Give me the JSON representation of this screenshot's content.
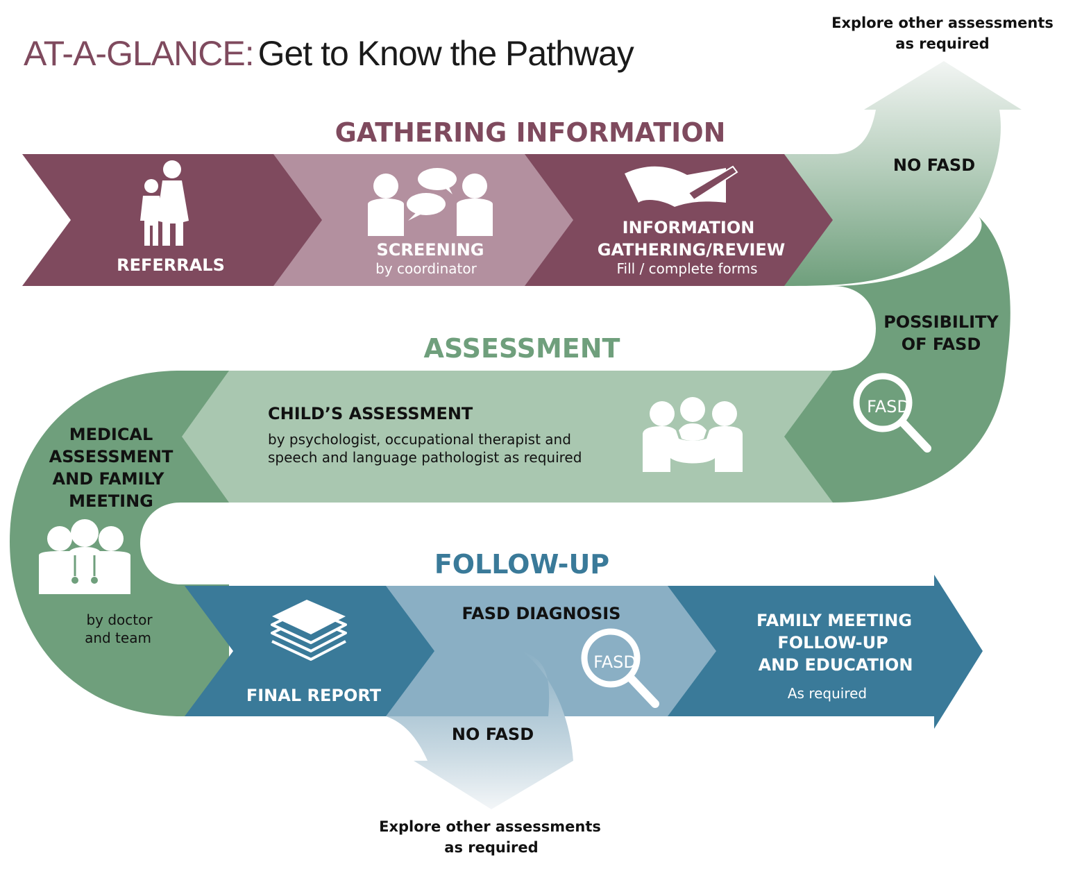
{
  "title": {
    "prefix": "AT-A-GLANCE:",
    "main": "Get to Know the Pathway"
  },
  "colors": {
    "plum": "#7f4a5e",
    "mauve": "#b3909f",
    "green": "#6f9f7c",
    "light_green": "#a9c7b0",
    "teal": "#3a7a99",
    "light_blue": "#8aafc4",
    "title_gray": "#1a1a1a"
  },
  "sections": {
    "gathering": "GATHERING INFORMATION",
    "assessment": "ASSESSMENT",
    "followup": "FOLLOW-UP"
  },
  "gathering": {
    "referrals": "REFERRALS",
    "screening": "SCREENING",
    "screening_sub": "by coordinator",
    "info_line1": "INFORMATION",
    "info_line2": "GATHERING/REVIEW",
    "info_sub": "Fill / complete forms"
  },
  "branch_top": {
    "no_fasd": "NO FASD",
    "explore_line1": "Explore other assessments",
    "explore_line2": "as required"
  },
  "possibility": {
    "line1": "POSSIBILITY",
    "line2": "OF FASD",
    "badge": "FASD"
  },
  "assessment": {
    "child_title": "CHILD’S ASSESSMENT",
    "child_sub1": "by psychologist, occupational therapist and",
    "child_sub2": "speech and language pathologist as required"
  },
  "medical": {
    "line1": "MEDICAL",
    "line2": "ASSESSMENT",
    "line3": "AND FAMILY",
    "line4": "MEETING",
    "sub1": "by doctor",
    "sub2": "and team"
  },
  "followup": {
    "final_report": "FINAL REPORT",
    "diagnosis": "FASD DIAGNOSIS",
    "diagnosis_badge": "FASD",
    "family_line1": "FAMILY MEETING",
    "family_line2": "FOLLOW-UP",
    "family_line3": "AND EDUCATION",
    "family_sub": "As required"
  },
  "branch_bottom": {
    "no_fasd": "NO FASD",
    "explore_line1": "Explore other assessments",
    "explore_line2": "as required"
  },
  "icons": [
    "family-icon",
    "conversation-icon",
    "open-book-pen-icon",
    "magnifier-icon",
    "team-hug-icon",
    "medical-team-icon",
    "stacked-papers-icon"
  ]
}
